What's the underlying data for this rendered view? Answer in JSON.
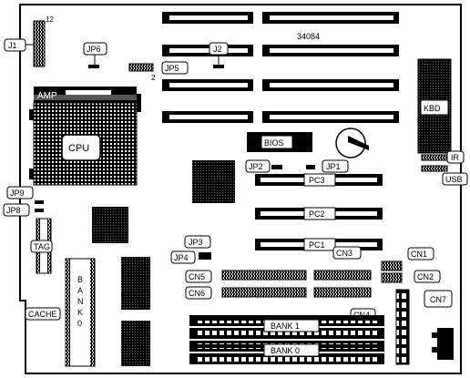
{
  "board": {
    "model": "34084",
    "pin_marks": {
      "j1_pin": "12",
      "jp5_pin": "2"
    }
  },
  "components": {
    "cpu": "CPU",
    "amp": "AMP",
    "bios": "BIOS",
    "kbd": "KBD",
    "bank1": "BANK 1",
    "bank0": "BANK 0",
    "banko_vertical": [
      "B",
      "A",
      "N",
      "K",
      "0"
    ]
  },
  "callouts": {
    "J1": "J1",
    "JP6": "JP6",
    "J2": "J2",
    "JP5": "JP5",
    "JP2": "JP2",
    "JP1": "JP1",
    "IR": "IR",
    "USB": "USB",
    "JP9": "JP9",
    "JP8": "JP8",
    "TAG": "TAG",
    "PC3": "PC3",
    "PC2": "PC2",
    "PC1": "PC1",
    "JP3": "JP3",
    "JP4": "JP4",
    "CN3": "CN3",
    "CN1": "CN1",
    "CN5": "CN5",
    "CN2": "CN2",
    "CN6": "CN6",
    "CN7": "CN7",
    "CN4": "CN4",
    "CACHE": "CACHE"
  }
}
